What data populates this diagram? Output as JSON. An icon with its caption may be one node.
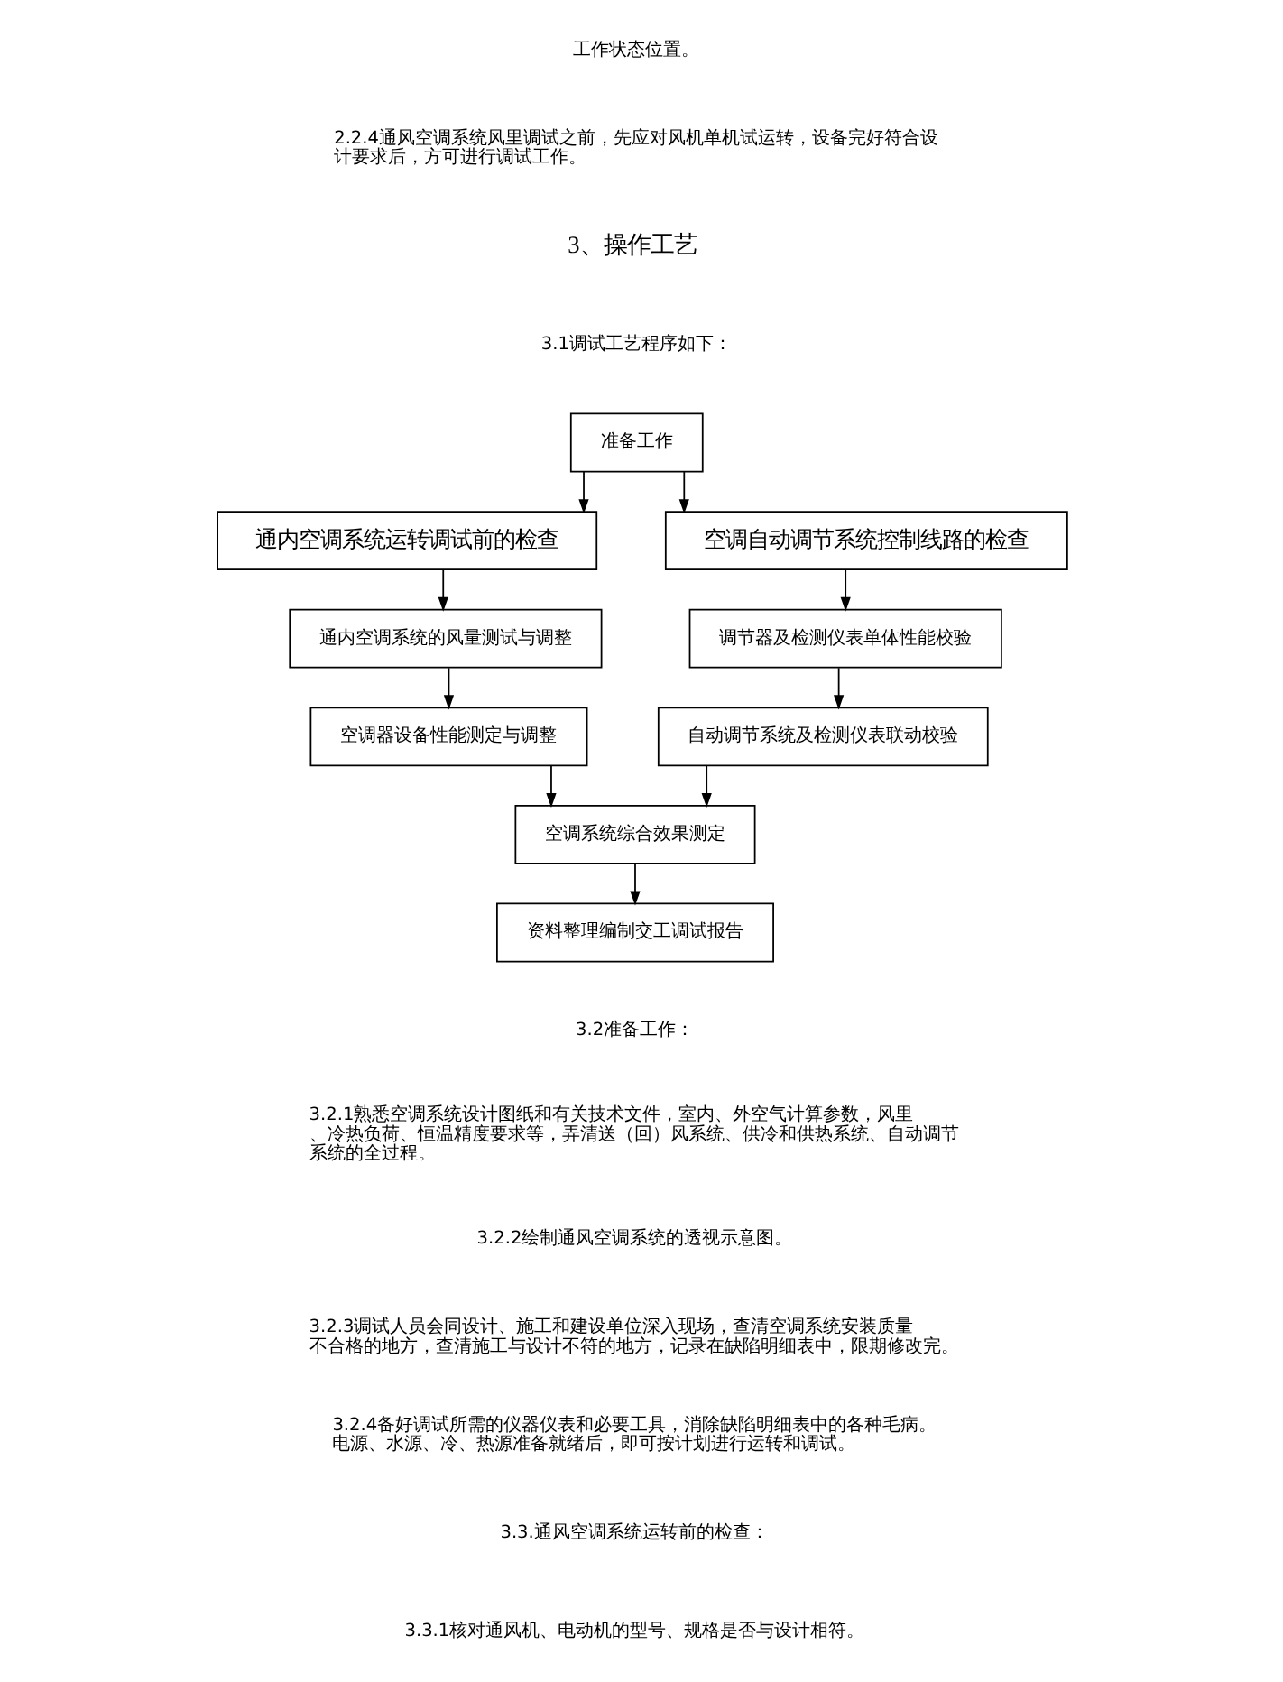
{
  "diagram": {
    "nodes": [
      {
        "text": [
          "准备工作"
        ]
      },
      {
        "text": [
          "通内空调系统运转调试前的检查"
        ]
      },
      {
        "text": [
          "空调自动调节系统控制线路的检查"
        ]
      },
      {
        "text": [
          "通内空调系统的风量测试与调整"
        ]
      },
      {
        "text": [
          "调节器及检测仪表单体性能校验"
        ]
      },
      {
        "text": [
          "空调器设备性能测定与调整"
        ]
      },
      {
        "text": [
          "自动调节系统及检测仪表联动校验"
        ]
      },
      {
        "text": [
          "空调系统综合效果测定"
        ]
      },
      {
        "text": [
          "资料整理编制交工调试报告"
        ]
      }
    ],
    "edges": [
      {
        "from": 0,
        "to": 1,
        "arrow": "to"
      },
      {
        "from": 0,
        "to": 2,
        "arrow": "to"
      },
      {
        "from": 1,
        "to": 3,
        "arrow": "to"
      },
      {
        "from": 2,
        "to": 4,
        "arrow": "to"
      },
      {
        "from": 3,
        "to": 5,
        "arrow": "to"
      },
      {
        "from": 4,
        "to": 6,
        "arrow": "to"
      },
      {
        "from": 5,
        "to": 7,
        "arrow": "to"
      },
      {
        "from": 6,
        "to": 7,
        "arrow": "to"
      },
      {
        "from": 7,
        "to": 8,
        "arrow": "to"
      }
    ],
    "labels": [
      "工作状态位置。",
      "2.2.4通风空调系统风里调试之前，先应对风机单机试运转，设备完好符合设计要求后，方可进行调试工作。",
      "3、操作工艺",
      "3.1调试工艺程序如下：",
      "3.2准备工作：",
      "3.2.1熟悉空调系统设计图纸和有关技术文件，室内、外空气计算参数，风里、冷热负荷、恒温精度要求等，弄清送（回）风系统、供冷和供热系统、自动调节系统的全过程。",
      "3.2.2绘制通风空调系统的透视示意图。",
      "3.2.3调试人员会同设计、施工和建设单位深入现场，查清空调系统安装质量不合格的地方，查清施工与设计不符的地方，记录在缺陷明细表中，限期修改完。",
      "3.2.4备好调试所需的仪器仪表和必要工具，消除缺陷明细表中的各种毛病。电源、水源、冷、热源准备就绪后，即可按计划进行运转和调试。",
      "3.3.通风空调系统运转前的检查：",
      "3.3.1核对通风机、电动机的型号、规格是否与设计相符。"
    ]
  }
}
